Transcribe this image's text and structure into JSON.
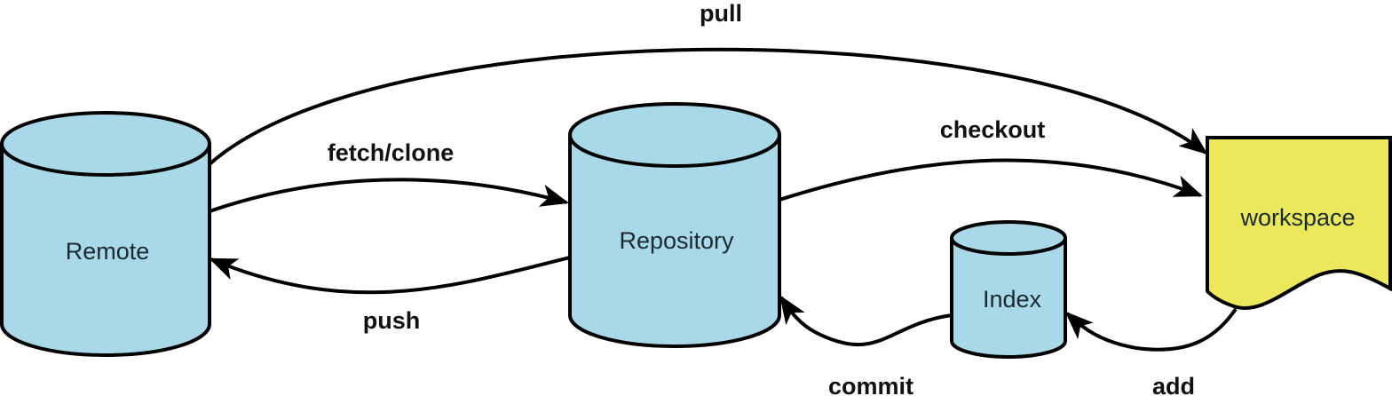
{
  "colors": {
    "store_fill": "#a9d9e8",
    "workspace_fill": "#ebe85c",
    "stroke": "#000000"
  },
  "nodes": {
    "remote": "Remote",
    "repository": "Repository",
    "index": "Index",
    "workspace": "workspace"
  },
  "edges": {
    "pull": "pull",
    "fetch_clone": "fetch/clone",
    "push": "push",
    "checkout": "checkout",
    "commit": "commit",
    "add": "add"
  }
}
